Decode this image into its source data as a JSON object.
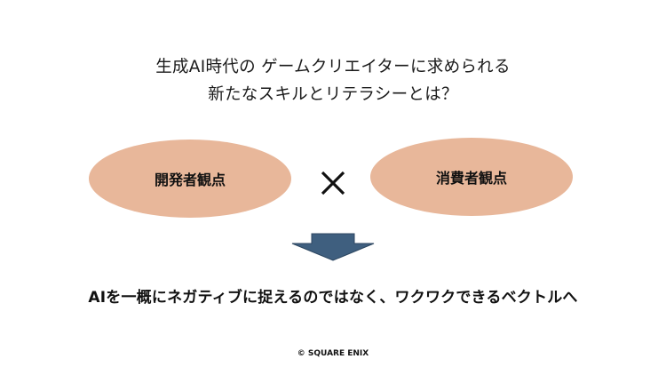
{
  "title": {
    "line1": "生成AI時代の ゲームクリエイターに求められる",
    "line2": "新たなスキルとリテラシーとは？"
  },
  "perspectives": {
    "left": "開発者観点",
    "right": "消費者観点",
    "color": "#e8b79a"
  },
  "arrow_color": "#3f5f7f",
  "conclusion": "AIを一概にネガティブに捉えるのではなく、ワクワクできるベクトルへ",
  "footer": "© SQUARE ENIX"
}
